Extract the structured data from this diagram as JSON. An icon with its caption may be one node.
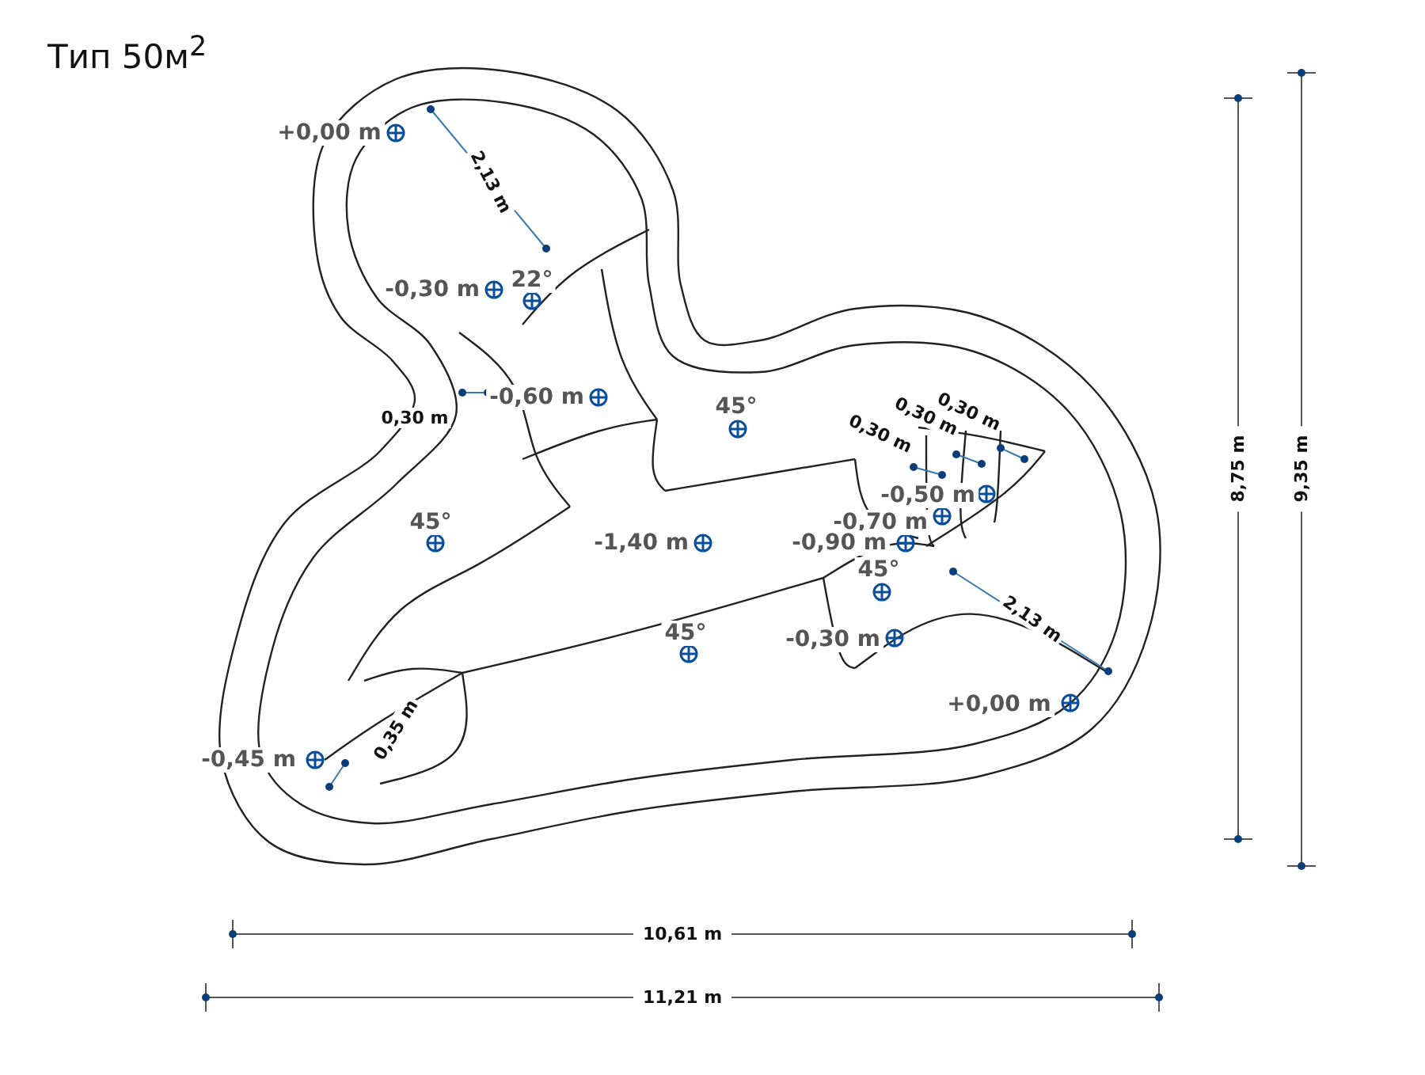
{
  "diagram": {
    "title": "Тип 50м$^{2}$",
    "labels": [
      "+0,00 m",
      "2,13 m",
      "-0,30 m",
      "22°",
      "0,30 m",
      "-0,60 m",
      "45°",
      "0,30 m",
      "0,30 m",
      "0,30 m",
      "-0,50 m",
      "45°",
      "-0,70 m",
      "-1,40 m",
      "-0,90 m",
      "45°",
      "2,13 m",
      "45°",
      "-0,30 m",
      "+0,00 m",
      "0,35 m",
      "-0,45 m",
      "8,75 m",
      "9,35 m",
      "10,61 m",
      "11,21 m"
    ]
  }
}
